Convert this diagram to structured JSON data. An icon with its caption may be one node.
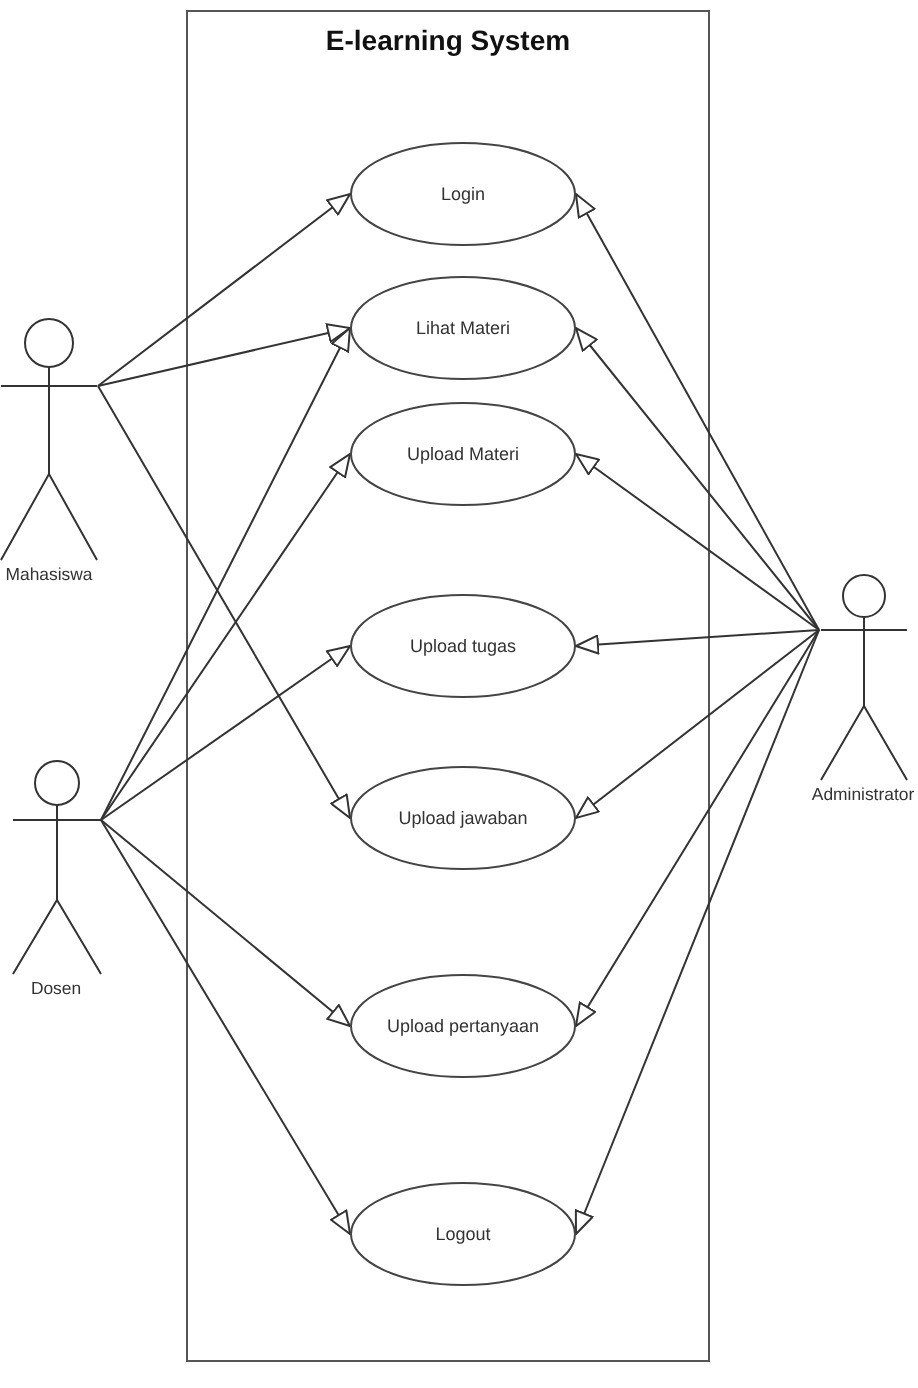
{
  "diagram": {
    "nodes": [
      {
        "text": [
          "E-learning System"
        ]
      },
      {
        "text": [
          "Login"
        ],
        "in": 0
      },
      {
        "text": [
          "Lihat Materi"
        ],
        "in": 0
      },
      {
        "text": [
          "Upload Materi"
        ],
        "in": 0
      },
      {
        "text": [
          "Upload tugas"
        ],
        "in": 0
      },
      {
        "text": [
          "Upload jawaban"
        ],
        "in": 0
      },
      {
        "text": [
          "Upload pertanyaan"
        ],
        "in": 0
      },
      {
        "text": [
          "Logout"
        ],
        "in": 0
      },
      {
        "text": [
          "Mahasiswa"
        ]
      },
      {
        "text": [
          "Dosen"
        ]
      },
      {
        "text": [
          "Administrator"
        ]
      }
    ],
    "edges": [
      {
        "from": 8,
        "to": 1,
        "arrow": "to"
      },
      {
        "from": 8,
        "to": 2,
        "arrow": "to"
      },
      {
        "from": 8,
        "to": 5,
        "arrow": "to"
      },
      {
        "from": 9,
        "to": 2,
        "arrow": "to"
      },
      {
        "from": 9,
        "to": 3,
        "arrow": "to"
      },
      {
        "from": 9,
        "to": 4,
        "arrow": "to"
      },
      {
        "from": 9,
        "to": 6,
        "arrow": "to"
      },
      {
        "from": 9,
        "to": 7,
        "arrow": "to"
      },
      {
        "from": 10,
        "to": 1,
        "arrow": "to"
      },
      {
        "from": 10,
        "to": 2,
        "arrow": "to"
      },
      {
        "from": 10,
        "to": 3,
        "arrow": "to"
      },
      {
        "from": 10,
        "to": 4,
        "arrow": "to"
      },
      {
        "from": 10,
        "to": 5,
        "arrow": "to"
      },
      {
        "from": 10,
        "to": 6,
        "arrow": "to"
      },
      {
        "from": 10,
        "to": 7,
        "arrow": "to"
      }
    ]
  }
}
